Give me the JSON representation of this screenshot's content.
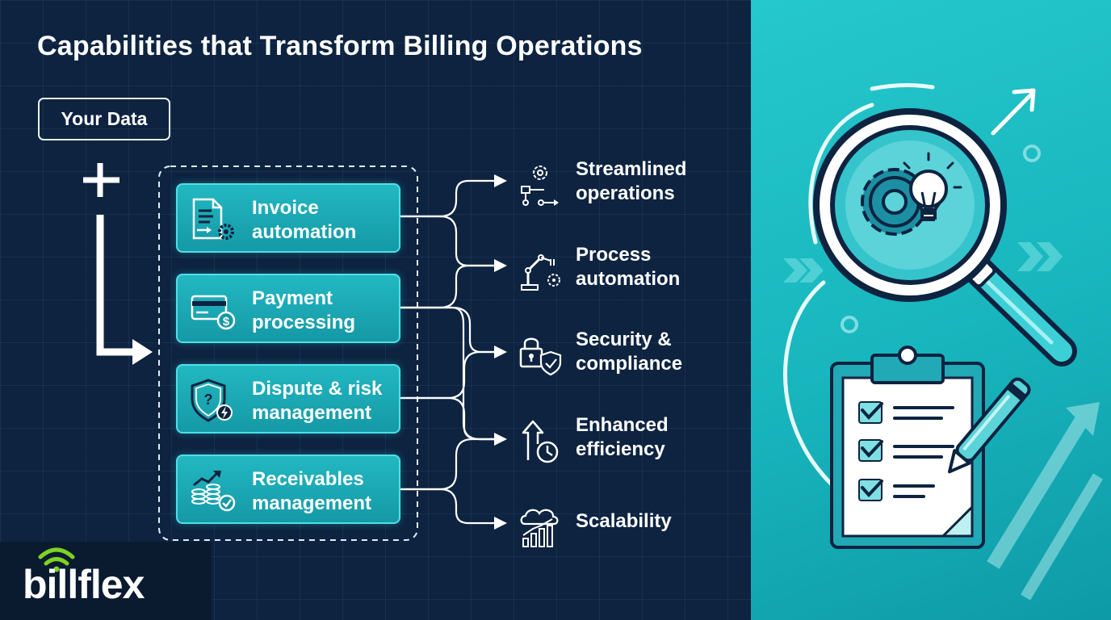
{
  "title": "Capabilities that Transform Billing Operations",
  "input": {
    "label": "Your Data"
  },
  "capabilities": [
    {
      "lines": [
        "Invoice",
        "automation"
      ],
      "icon": "invoice-gear-icon"
    },
    {
      "lines": [
        "Payment",
        "processing"
      ],
      "icon": "card-dollar-icon"
    },
    {
      "lines": [
        "Dispute & risk",
        "management"
      ],
      "icon": "shield-question-icon"
    },
    {
      "lines": [
        "Receivables",
        "management"
      ],
      "icon": "coins-growth-icon"
    }
  ],
  "outcomes": [
    {
      "lines": [
        "Streamlined",
        "operations"
      ],
      "icon": "gear-flowchart-icon"
    },
    {
      "lines": [
        "Process",
        "automation"
      ],
      "icon": "robot-arm-icon"
    },
    {
      "lines": [
        "Security &",
        "compliance"
      ],
      "icon": "lock-shield-icon"
    },
    {
      "lines": [
        "Enhanced",
        "efficiency"
      ],
      "icon": "arrow-clock-icon"
    },
    {
      "lines": [
        "Scalability"
      ],
      "icon": "cloud-chart-icon"
    }
  ],
  "brand": {
    "name": "billflex",
    "icon": "wifi-signal-icon"
  },
  "illustration": {
    "icons": [
      "magnifier-gear-bulb-icon",
      "clipboard-checklist-icon",
      "pen-icon",
      "growth-arrow-icon"
    ]
  },
  "colors": {
    "navy": "#0d2340",
    "teal": "#1fb5c0",
    "accent": "#4fe0e6",
    "white": "#ffffff",
    "logo_green": "#7ed321"
  }
}
